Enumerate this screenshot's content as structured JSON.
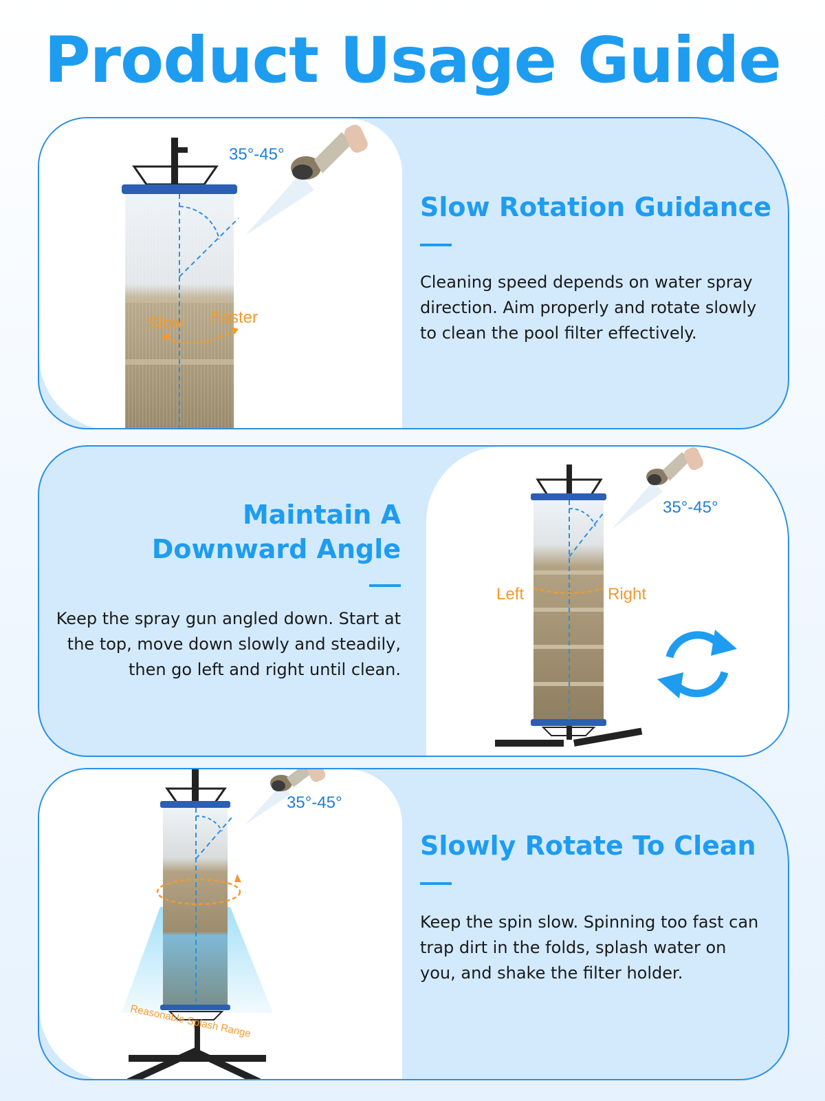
{
  "title": "Product Usage Guide",
  "sections": [
    {
      "heading": "Slow Rotation Guidance",
      "body": "Cleaning speed depends on water spray direction. Aim properly and rotate slowly to clean the pool filter effectively.",
      "angle_label": "35°-45°",
      "label_left": "Slow",
      "label_right": "Faster"
    },
    {
      "heading_line1": "Maintain A",
      "heading_line2": "Downward Angle",
      "body": "Keep the spray gun angled down. Start at the top, move down slowly and steadily, then go left and right until clean.",
      "angle_label": "35°-45°",
      "label_left": "Left",
      "label_right": "Right"
    },
    {
      "heading": "Slowly Rotate To Clean",
      "body": "Keep the spin slow. Spinning too fast can trap dirt in the folds, splash water on you, and shake the filter holder.",
      "angle_label": "35°-45°",
      "splash_label": "Reasonable Splash Range"
    }
  ],
  "colors": {
    "accent": "#1e9cf0",
    "card_bg": "#d3eafd",
    "orange": "#f39a2c"
  },
  "icons": [
    "spray-nozzle-icon",
    "rotate-arrows-icon"
  ]
}
